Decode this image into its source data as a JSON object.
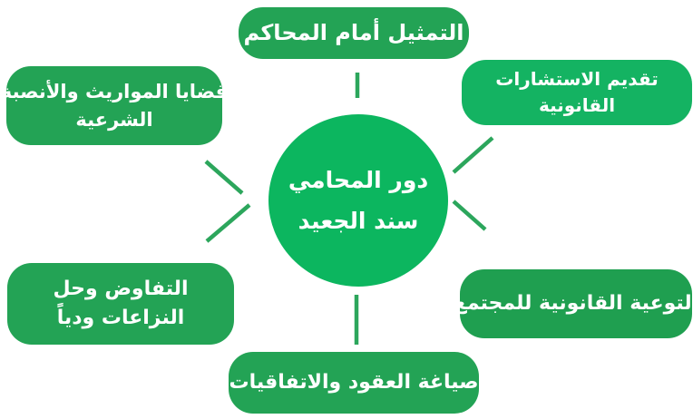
{
  "diagram": {
    "background": "#ffffff",
    "text_color": "#ffffff",
    "connector_color": "#2ca65c",
    "center": {
      "color": "#0cb65f",
      "lines": [
        "دور المحامي",
        "سند الجعيد"
      ]
    },
    "nodes": [
      {
        "color": "#23a355",
        "lines": [
          "التمثيل أمام المحاكم"
        ]
      },
      {
        "color": "#14b362",
        "lines": [
          "تقديم الاستشارات",
          "القانونية"
        ]
      },
      {
        "color": "#1f9f50",
        "lines": [
          "التوعية القانونية للمجتمع"
        ]
      },
      {
        "color": "#23a355",
        "lines": [
          "صياغة العقود والاتفاقيات"
        ]
      },
      {
        "color": "#23a355",
        "lines": [
          "التفاوض وحل",
          "النزاعات ودياً"
        ]
      },
      {
        "color": "#23a355",
        "lines": [
          "قضايا المواريث والأنصبة",
          "الشرعية"
        ]
      }
    ]
  }
}
